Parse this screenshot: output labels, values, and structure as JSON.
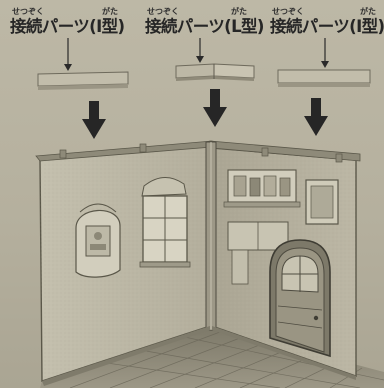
{
  "labels": [
    {
      "ruby_connect": "せつぞく",
      "ruby_type": "がた",
      "text": "接続パーツ(I型)"
    },
    {
      "ruby_connect": "せつぞく",
      "ruby_type": "がた",
      "text": "接続パーツ(L型)"
    },
    {
      "ruby_connect": "せつぞく",
      "ruby_type": "がた",
      "text": "接続パーツ(I型)"
    }
  ],
  "icons": {
    "arrow": "down-arrow-icon",
    "connector_i": "i-connector-part",
    "connector_l": "l-connector-part"
  },
  "colors": {
    "text": "#262626",
    "arrow": "#2a2a2a",
    "wall_light": "#c9c5b3",
    "wall_dark": "#8f8a79",
    "outline": "#555246"
  }
}
